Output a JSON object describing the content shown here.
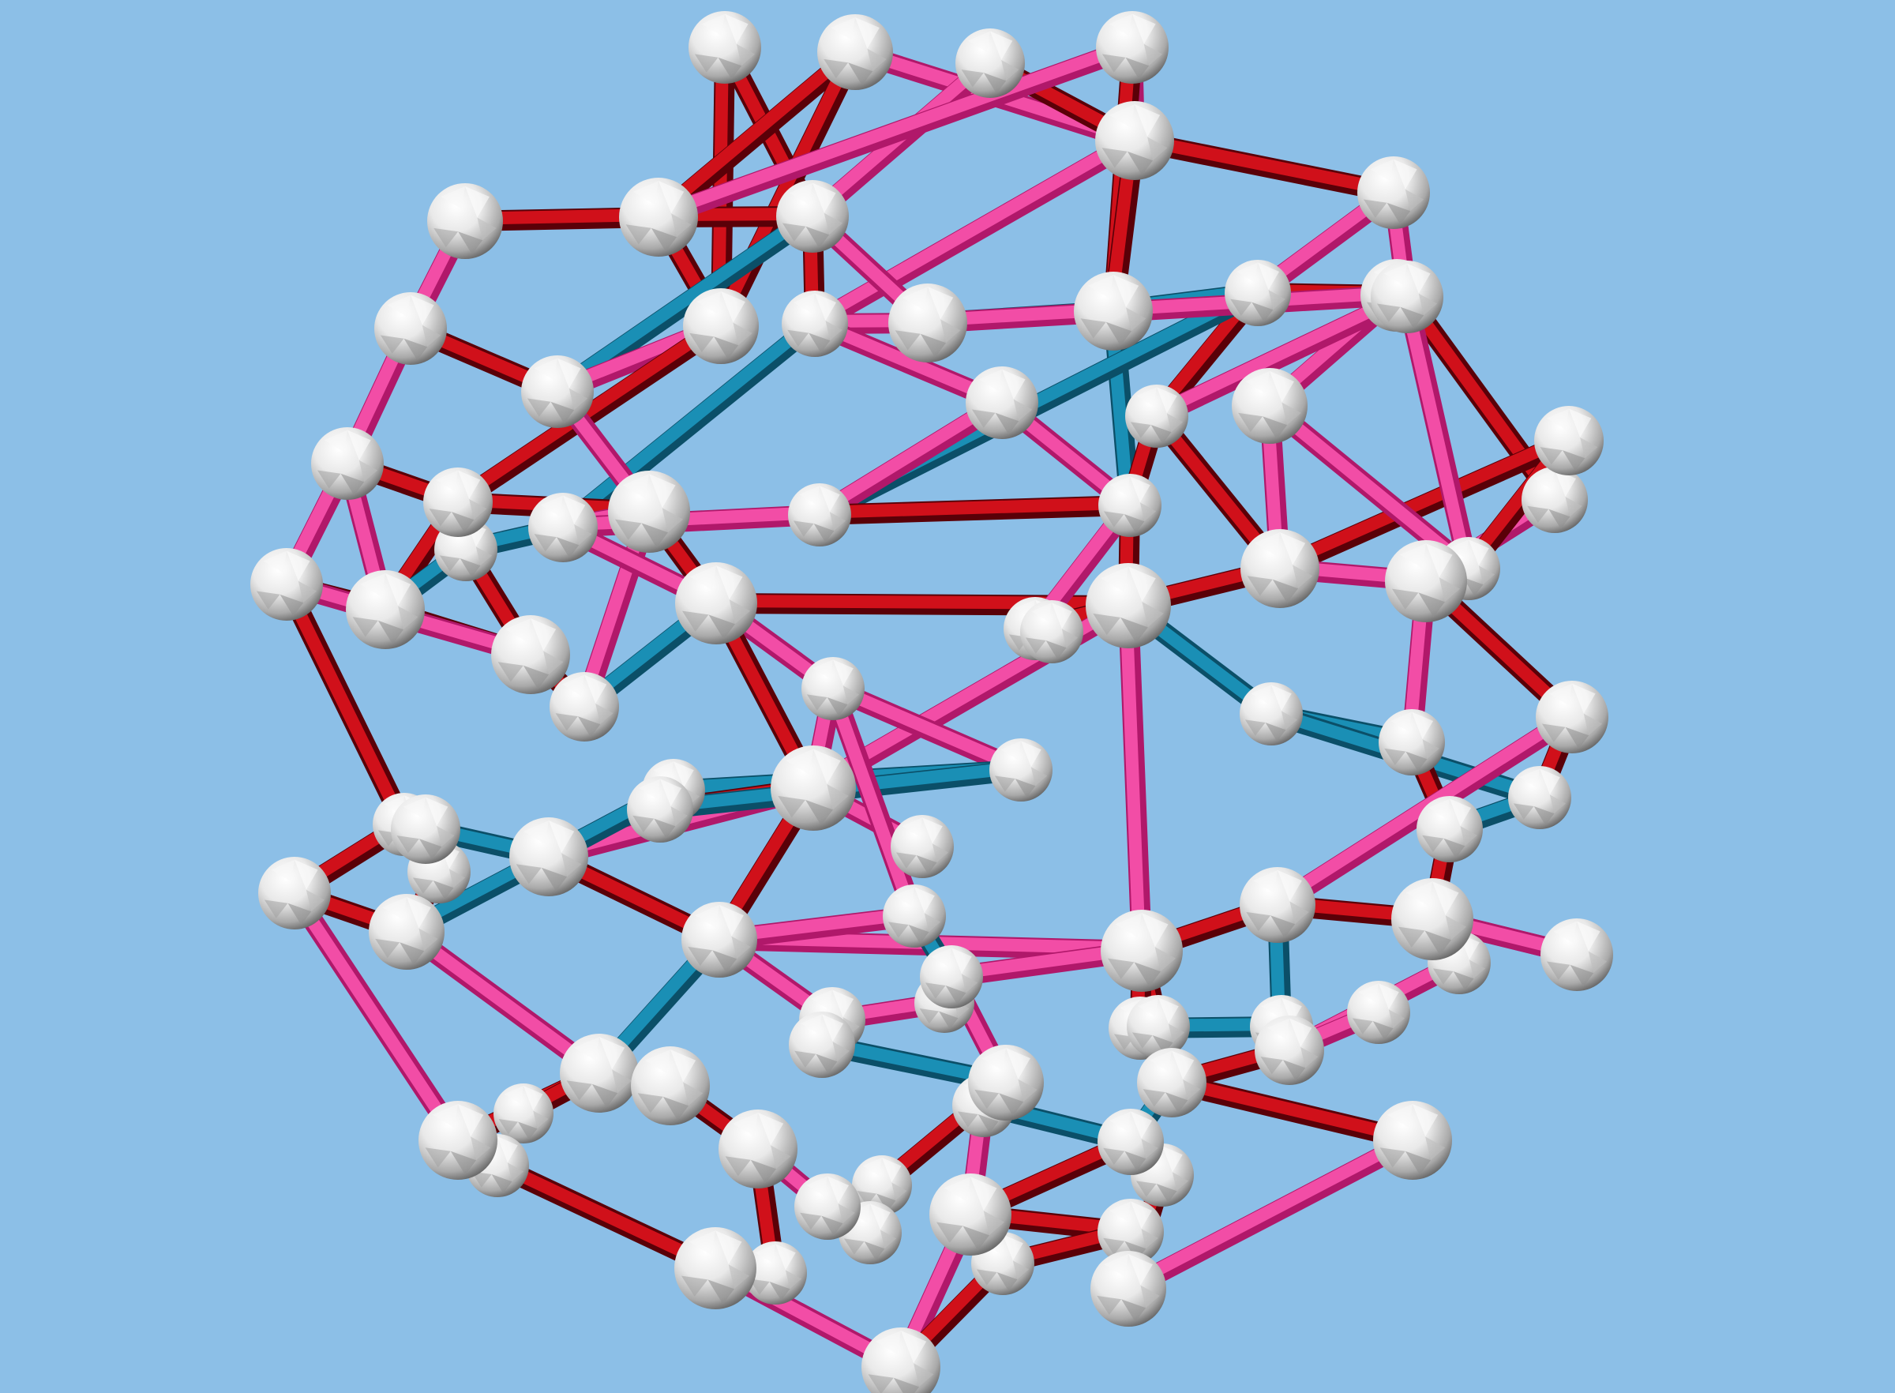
{
  "scene": {
    "background": "#8cbfe7",
    "subject": "molecular-cage-ball-and-stick",
    "colors": {
      "bond_red": "#d0101a",
      "bond_red_shade": "#5a0008",
      "bond_pink": "#f24da6",
      "bond_pink_shade": "#b0186a",
      "bond_teal": "#1a8fb5",
      "bond_teal_shade": "#0b4f68",
      "atom_light": "#f4f4f4",
      "atom_mid": "#cfcfcf",
      "atom_dark": "#6d6d6d"
    },
    "atom_shape": "faceted-sphere",
    "bond_kinds": [
      "red",
      "pink",
      "teal"
    ]
  }
}
